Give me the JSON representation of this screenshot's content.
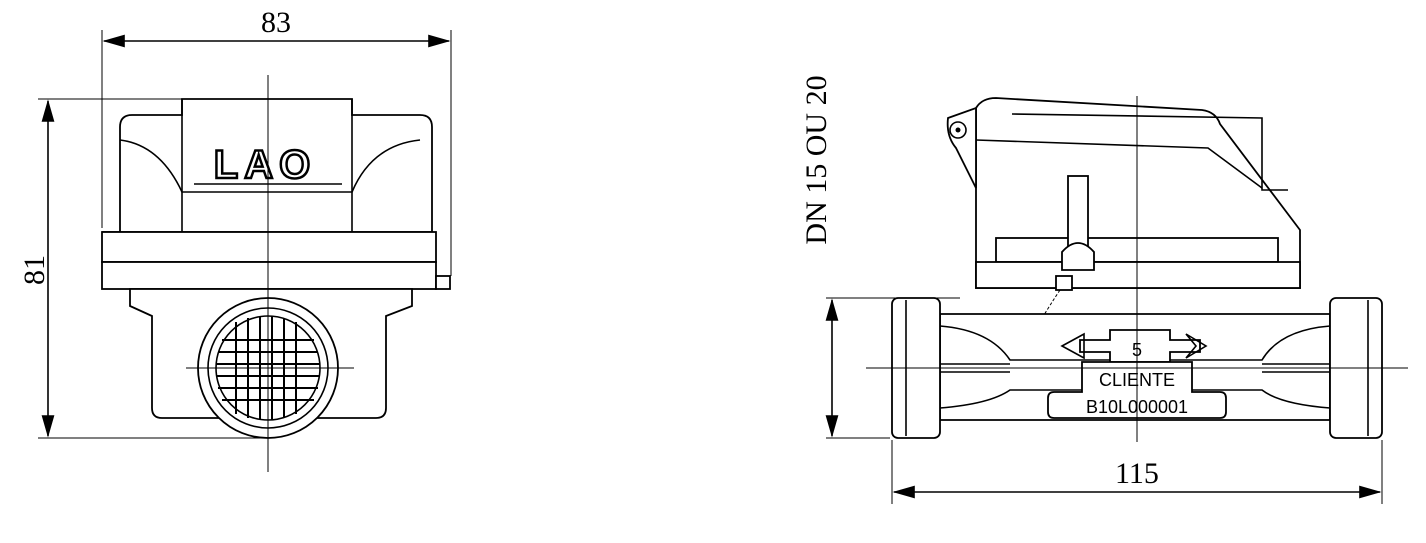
{
  "front_view": {
    "width_dimension": "83",
    "height_dimension": "81",
    "logo_text": "LAO"
  },
  "side_view": {
    "diameter_dimension": "DN 15 OU 20",
    "length_dimension": "115",
    "dial_number": "5",
    "client_label": "CLIENTE",
    "serial_label": "B10L000001"
  }
}
